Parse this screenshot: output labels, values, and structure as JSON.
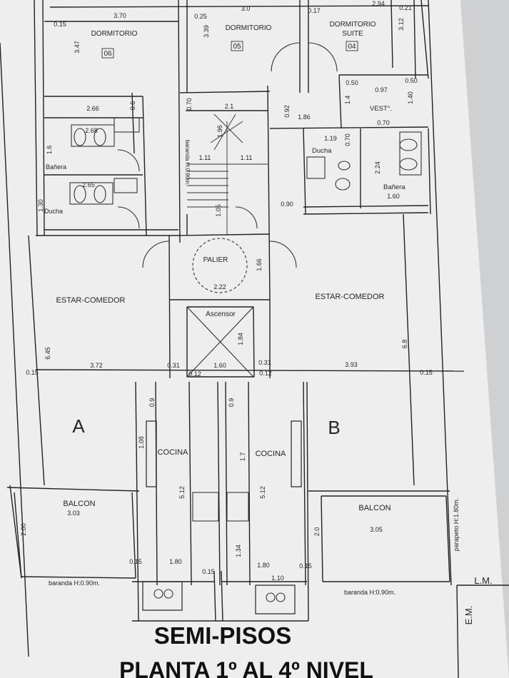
{
  "rooms": {
    "dorm06": {
      "name": "DORMITORIO",
      "num": "06"
    },
    "dorm05": {
      "name": "DORMITORIO",
      "num": "05"
    },
    "dorm04": {
      "name": "DORMITORIO",
      "name2": "SUITE",
      "num": "04"
    },
    "banera_left": "Bañera",
    "ducha_left": "Ducha",
    "ducha_right": "Ducha",
    "vest": "VEST°.",
    "banera_right": "Bañera",
    "palier": "PALIER",
    "ascensor": "Ascensor",
    "estar_left": "ESTAR-COMEDOR",
    "estar_right": "ESTAR-COMEDOR",
    "cocina_left": "COCINA",
    "cocina_right": "COCINA",
    "balcon_left": "BALCON",
    "balcon_right": "BALCON"
  },
  "units": {
    "a": "A",
    "b": "B"
  },
  "dims": {
    "top_370": "3.70",
    "top_025": "0.25",
    "top_30": "3.0",
    "top_017": "0.17",
    "top_294": "2.94",
    "top_021": "0.21",
    "d_015_top": "0.15",
    "d_347": "3.47",
    "d_339": "3.39",
    "d_312": "3.12",
    "d_266": "2.66",
    "d_06": "0.6",
    "d_268": "2.68",
    "d_16": "1.6",
    "d_265": "2.65",
    "d_130": "1.30",
    "d_070": "0.70",
    "d_21": "2.1",
    "d_196": "1.96",
    "d_111a": "1.11",
    "d_111b": "1.11",
    "baranda_stair": "baranda H:0.90m.",
    "d_105": "1.05",
    "d_092": "0.92",
    "d_186": "1.86",
    "d_050a": "0.50",
    "d_14": "1.4",
    "d_097": "0.97",
    "d_050b": "0.50",
    "d_140": "1.40",
    "d_070b": "0.70",
    "d_119": "1.19",
    "d_070c": "0.70",
    "d_224": "2.24",
    "d_160": "1.60",
    "d_090": "0.90",
    "d_166": "1.66",
    "d_222": "2.22",
    "d_184": "1.84",
    "d_645": "6.45",
    "d_68": "6.8",
    "d_015_l": "0.15",
    "d_372": "3.72",
    "d_031_l": "0.31",
    "d_160_mid": "1.60",
    "d_031_r": "0.31",
    "d_393": "3.93",
    "d_015_r": "0.15",
    "d_012_l": "0.12",
    "d_012_r": "0.12",
    "d_09_l": "0.9",
    "d_108": "1.08",
    "d_512_l": "5.12",
    "d_09_r": "0.9",
    "d_17": "1.7",
    "d_512_r": "5.12",
    "d_303": "3.03",
    "d_200": "2.00",
    "d_305": "3.05",
    "d_20": "2.0",
    "d_134": "1.34",
    "d_015_bl": "0.15",
    "d_180_l": "1.80",
    "d_015_bc": "0.15",
    "d_180_r": "1.80",
    "d_015_br": "0.15",
    "d_110": "1.10",
    "parapeto": "parapeto H:1.80m.",
    "baranda_l": "baranda H:0.90m.",
    "baranda_r": "baranda H:0.90m.",
    "lm": "L.M.",
    "em": "E.M."
  },
  "title": {
    "line1": "SEMI-PISOS",
    "line2": "PLANTA 1º AL 4º NIVEL"
  }
}
